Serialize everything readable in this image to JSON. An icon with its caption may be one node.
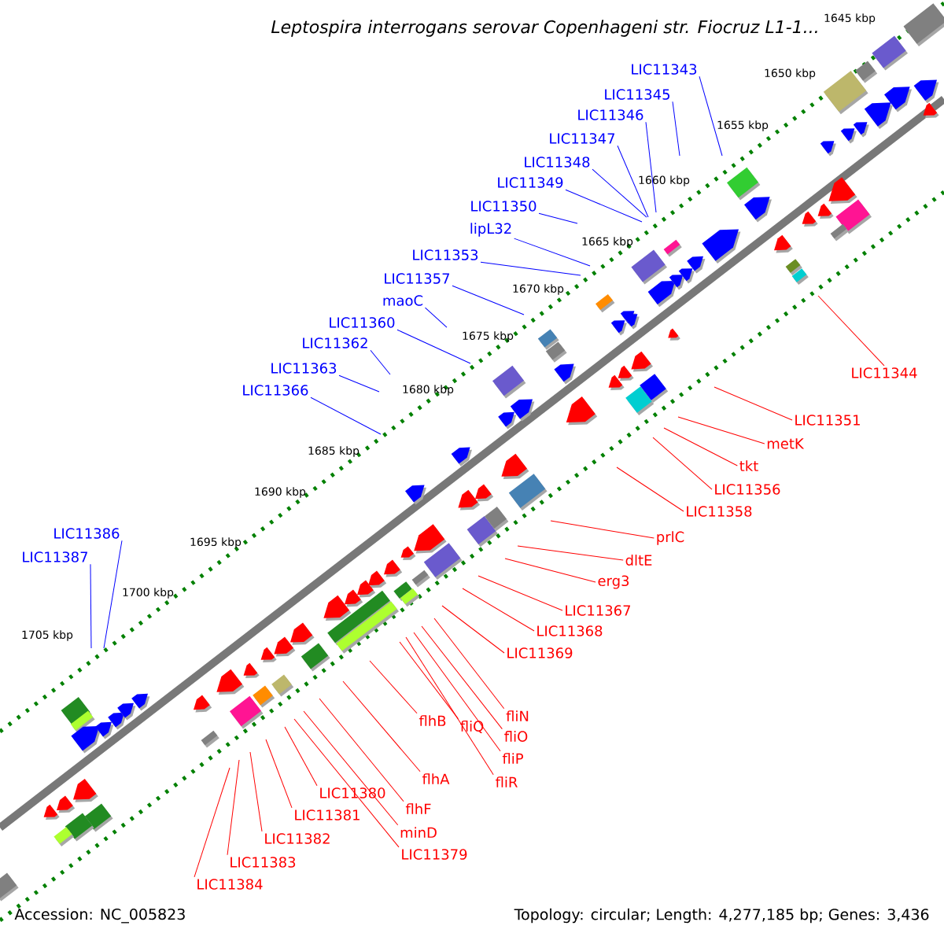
{
  "diagram": {
    "title": "Leptospira interrogans serovar Copenhageni str. Fiocruz L1-1...",
    "nodes": [
      {
        "text": [
          "LIC11343"
        ]
      },
      {
        "text": [
          "LIC11345"
        ]
      },
      {
        "text": [
          "LIC11346"
        ]
      },
      {
        "text": [
          "LIC11347"
        ]
      },
      {
        "text": [
          "LIC11348"
        ]
      },
      {
        "text": [
          "LIC11349"
        ]
      },
      {
        "text": [
          "LIC11350"
        ]
      },
      {
        "text": [
          "lipL32"
        ]
      },
      {
        "text": [
          "LIC11353"
        ]
      },
      {
        "text": [
          "LIC11357"
        ]
      },
      {
        "text": [
          "maoC"
        ]
      },
      {
        "text": [
          "LIC11360"
        ]
      },
      {
        "text": [
          "LIC11362"
        ]
      },
      {
        "text": [
          "LIC11363"
        ]
      },
      {
        "text": [
          "LIC11366"
        ]
      },
      {
        "text": [
          "LIC11386"
        ]
      },
      {
        "text": [
          "LIC11387"
        ]
      },
      {
        "text": [
          "LIC11344"
        ]
      },
      {
        "text": [
          "LIC11351"
        ]
      },
      {
        "text": [
          "metK"
        ]
      },
      {
        "text": [
          "tkt"
        ]
      },
      {
        "text": [
          "LIC11356"
        ]
      },
      {
        "text": [
          "LIC11358"
        ]
      },
      {
        "text": [
          "prlC"
        ]
      },
      {
        "text": [
          "dltE"
        ]
      },
      {
        "text": [
          "erg3"
        ]
      },
      {
        "text": [
          "LIC11367"
        ]
      },
      {
        "text": [
          "LIC11368"
        ]
      },
      {
        "text": [
          "LIC11369"
        ]
      },
      {
        "text": [
          "fliN"
        ]
      },
      {
        "text": [
          "fliO"
        ]
      },
      {
        "text": [
          "fliP"
        ]
      },
      {
        "text": [
          "fliR"
        ]
      },
      {
        "text": [
          "fliQ"
        ]
      },
      {
        "text": [
          "flhB"
        ]
      },
      {
        "text": [
          "flhA"
        ]
      },
      {
        "text": [
          "flhF"
        ]
      },
      {
        "text": [
          "minD"
        ]
      },
      {
        "text": [
          "LIC11379"
        ]
      },
      {
        "text": [
          "LIC11380"
        ]
      },
      {
        "text": [
          "LIC11381"
        ]
      },
      {
        "text": [
          "LIC11382"
        ]
      },
      {
        "text": [
          "LIC11383"
        ]
      },
      {
        "text": [
          "LIC11384"
        ]
      }
    ],
    "edges": [
      {
        "from": 0,
        "to": null,
        "arrow": "none",
        "color": "#0000ff"
      },
      {
        "from": 1,
        "to": null,
        "arrow": "none",
        "color": "#0000ff"
      },
      {
        "from": 2,
        "to": null,
        "arrow": "none",
        "color": "#0000ff"
      },
      {
        "from": 3,
        "to": null,
        "arrow": "none",
        "color": "#0000ff"
      },
      {
        "from": 4,
        "to": null,
        "arrow": "none",
        "color": "#0000ff"
      },
      {
        "from": 5,
        "to": null,
        "arrow": "none",
        "color": "#0000ff"
      },
      {
        "from": 6,
        "to": null,
        "arrow": "none",
        "color": "#0000ff"
      },
      {
        "from": 7,
        "to": null,
        "arrow": "none",
        "color": "#0000ff"
      },
      {
        "from": 8,
        "to": null,
        "arrow": "none",
        "color": "#0000ff"
      },
      {
        "from": 9,
        "to": null,
        "arrow": "none",
        "color": "#0000ff"
      },
      {
        "from": 10,
        "to": null,
        "arrow": "none",
        "color": "#0000ff"
      },
      {
        "from": 11,
        "to": null,
        "arrow": "none",
        "color": "#0000ff"
      },
      {
        "from": 12,
        "to": null,
        "arrow": "none",
        "color": "#0000ff"
      },
      {
        "from": 13,
        "to": null,
        "arrow": "none",
        "color": "#0000ff"
      },
      {
        "from": 14,
        "to": null,
        "arrow": "none",
        "color": "#0000ff"
      },
      {
        "from": 15,
        "to": null,
        "arrow": "none",
        "color": "#0000ff"
      },
      {
        "from": 16,
        "to": null,
        "arrow": "none",
        "color": "#0000ff"
      },
      {
        "from": 17,
        "to": null,
        "arrow": "none"
      },
      {
        "from": 18,
        "to": null,
        "arrow": "none"
      },
      {
        "from": 19,
        "to": null,
        "arrow": "none"
      },
      {
        "from": 20,
        "to": null,
        "arrow": "none"
      },
      {
        "from": 21,
        "to": null,
        "arrow": "none"
      },
      {
        "from": 22,
        "to": null,
        "arrow": "none"
      },
      {
        "from": 23,
        "to": null,
        "arrow": "none"
      },
      {
        "from": 24,
        "to": null,
        "arrow": "none"
      },
      {
        "from": 25,
        "to": null,
        "arrow": "none"
      },
      {
        "from": 26,
        "to": null,
        "arrow": "none"
      },
      {
        "from": 27,
        "to": null,
        "arrow": "none"
      },
      {
        "from": 28,
        "to": null,
        "arrow": "none"
      },
      {
        "from": 29,
        "to": null,
        "arrow": "none"
      },
      {
        "from": 30,
        "to": null,
        "arrow": "none"
      },
      {
        "from": 31,
        "to": null,
        "arrow": "none"
      },
      {
        "from": 32,
        "to": null,
        "arrow": "none"
      },
      {
        "from": 33,
        "to": null,
        "arrow": "none"
      },
      {
        "from": 34,
        "to": null,
        "arrow": "none"
      },
      {
        "from": 35,
        "to": null,
        "arrow": "none"
      },
      {
        "from": 36,
        "to": null,
        "arrow": "none"
      },
      {
        "from": 37,
        "to": null,
        "arrow": "none"
      },
      {
        "from": 38,
        "to": null,
        "arrow": "none"
      },
      {
        "from": 39,
        "to": null,
        "arrow": "none"
      },
      {
        "from": 40,
        "to": null,
        "arrow": "none"
      },
      {
        "from": 41,
        "to": null,
        "arrow": "none"
      },
      {
        "from": 42,
        "to": null,
        "arrow": "none"
      },
      {
        "from": 43,
        "to": null,
        "arrow": "none"
      }
    ],
    "labels": [
      "1645 kbp",
      "1650 kbp",
      "1655 kbp",
      "1660 kbp",
      "1665 kbp",
      "1670 kbp",
      "1675 kbp",
      "1680 kbp",
      "1685 kbp",
      "1690 kbp",
      "1695 kbp",
      "1700 kbp",
      "1705 kbp",
      "Accession: NC_005823",
      "Topology: circular; Length: 4,277,185 bp; Genes: 3,436"
    ]
  }
}
